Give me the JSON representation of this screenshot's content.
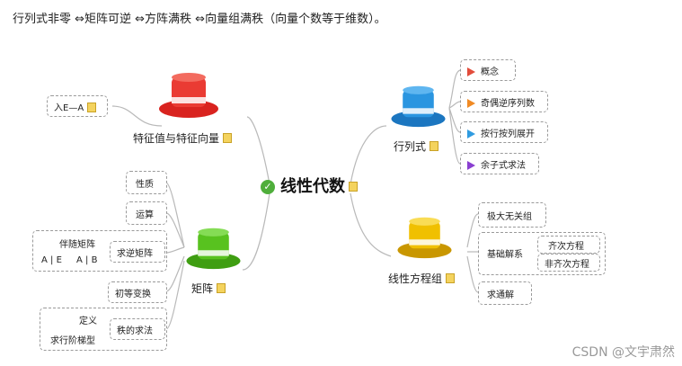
{
  "headline": "行列式非零 ⇔矩阵可逆 ⇔方阵满秩 ⇔向量组满秩（向量个数等于维数）。",
  "root": {
    "label": "线性代数"
  },
  "branches": {
    "eigen": {
      "label": "特征值与特征向量",
      "children": [
        "入E—A"
      ],
      "hat_color": "#d9231f"
    },
    "determinant": {
      "label": "行列式",
      "hat_color": "#1e88d6",
      "children": [
        {
          "label": "概念",
          "flag_color": "#e24c3b"
        },
        {
          "label": "奇偶逆序列数",
          "flag_color": "#f08a24"
        },
        {
          "label": "按行按列展开",
          "flag_color": "#2f9be0"
        },
        {
          "label": "余子式求法",
          "flag_color": "#8a3fd1"
        }
      ]
    },
    "matrix": {
      "label": "矩阵",
      "hat_color": "#55c21b",
      "children": [
        "性质",
        "运算",
        "求逆矩阵",
        "初等变换",
        "秩的求法"
      ],
      "inverse_children": [
        "伴随矩阵",
        "A | E",
        "A | B"
      ],
      "rank_children": [
        "定义",
        "求行阶梯型"
      ]
    },
    "equations": {
      "label": "线性方程组",
      "hat_color": "#e2b200",
      "children": [
        "极大无关组",
        "基础解系",
        "求通解"
      ],
      "basis_children": [
        "齐次方程",
        "非齐次方程"
      ]
    }
  },
  "watermark": "CSDN @文宇肃然"
}
